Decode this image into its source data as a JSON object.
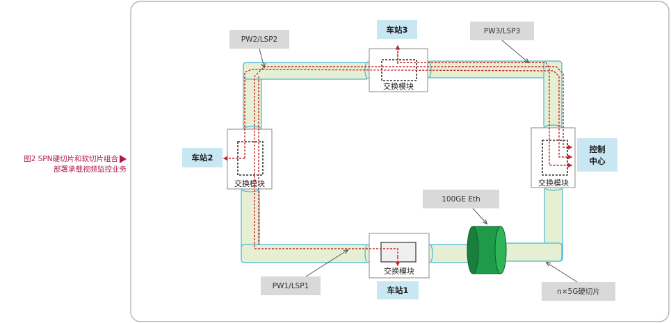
{
  "caption": {
    "line1": "图2  SPN硬切片和软切片组合",
    "line2": "部署承载视频监控业务"
  },
  "stations": {
    "station1": "车站1",
    "station2": "车站2",
    "station3": "车站3",
    "control_center_line1": "控制",
    "control_center_line2": "中心"
  },
  "switch_module_label": "交换模块",
  "callouts": {
    "pw1": "PW1/LSP1",
    "pw2": "PW2/LSP2",
    "pw3": "PW3/LSP3",
    "eth": "100GE Eth",
    "hard_slice": "n×5G硬切片"
  },
  "colors": {
    "pipe_fill": "#e6efd2",
    "pipe_edge": "#45b6d8",
    "station_fill": "#c9e6f3",
    "callout_fill": "#d9d9d9",
    "flow_red": "#c0282c",
    "cylinder_green": "#1f9a48",
    "caption_color": "#b0184f"
  }
}
